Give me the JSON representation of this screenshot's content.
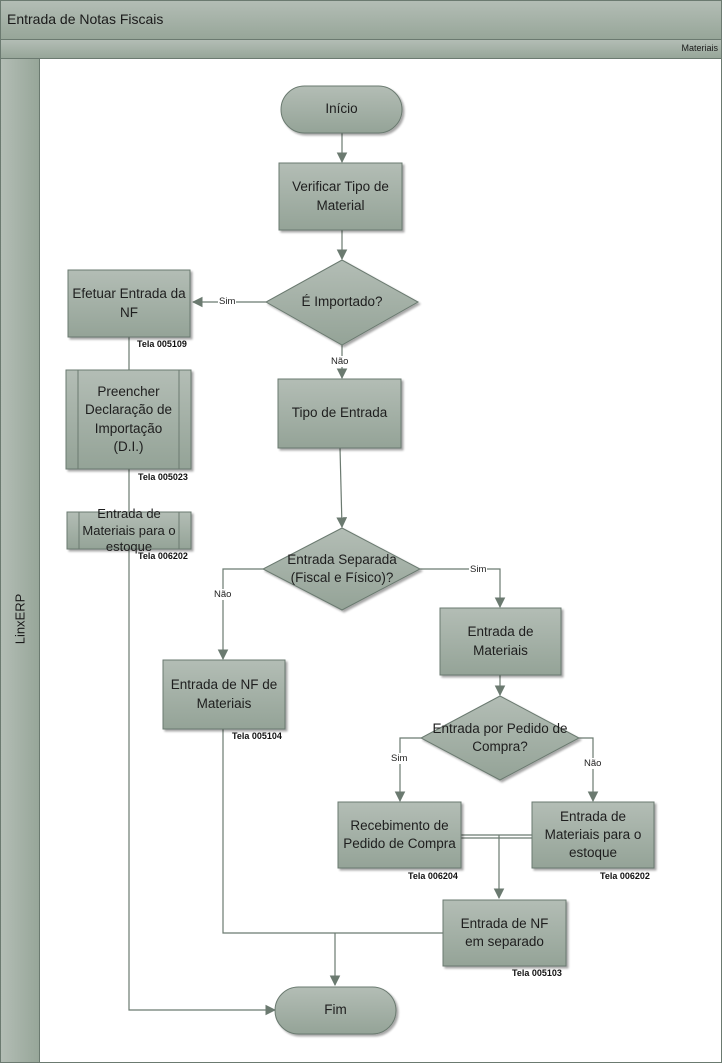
{
  "diagram": {
    "title": "Entrada de Notas Fiscais",
    "phase": "Materiais",
    "lane": "LinxERP",
    "colors": {
      "shape_fill_top": "#b3bdb5",
      "shape_fill_bottom": "#94a397",
      "stroke": "#6b7a70",
      "connector": "#6b7a70"
    },
    "nodes": {
      "inicio": {
        "type": "terminator",
        "label": "Início"
      },
      "verificar_tipo": {
        "type": "process",
        "label": "Verificar Tipo de Material"
      },
      "e_importado": {
        "type": "decision",
        "label": "É Importado?"
      },
      "efetuar_entrada_nf": {
        "type": "process",
        "label": "Efetuar Entrada da NF",
        "screen": "Tela 005109"
      },
      "preencher_di": {
        "type": "subprocess",
        "label": "Preencher Declaração de Importação (D.I.)",
        "screen": "Tela 005023"
      },
      "entrada_materiais_estoque_1": {
        "type": "subprocess",
        "label": "Entrada de Materiais para o estoque",
        "screen": "Tela 006202"
      },
      "tipo_entrada": {
        "type": "process",
        "label": "Tipo de Entrada"
      },
      "entrada_separada": {
        "type": "decision",
        "label": "Entrada Separada (Fiscal e Físico)?"
      },
      "entrada_nf_materiais": {
        "type": "process",
        "label": "Entrada de NF de Materiais",
        "screen": "Tela 005104"
      },
      "entrada_materiais": {
        "type": "process",
        "label": "Entrada de Materiais"
      },
      "entrada_pedido_compra": {
        "type": "decision",
        "label": "Entrada por Pedido de Compra?"
      },
      "recebimento_pedido": {
        "type": "process",
        "label": "Recebimento de Pedido de Compra",
        "screen": "Tela 006204"
      },
      "entrada_materiais_estoque_2": {
        "type": "process",
        "label": "Entrada de Materiais para o estoque",
        "screen": "Tela 006202"
      },
      "entrada_nf_separado": {
        "type": "process",
        "label": "Entrada de NF em separado",
        "screen": "Tela 005103"
      },
      "fim": {
        "type": "terminator",
        "label": "Fim"
      }
    },
    "edges": [
      {
        "from": "inicio",
        "to": "verificar_tipo",
        "label": ""
      },
      {
        "from": "verificar_tipo",
        "to": "e_importado",
        "label": ""
      },
      {
        "from": "e_importado",
        "to": "efetuar_entrada_nf",
        "label": "Sim"
      },
      {
        "from": "e_importado",
        "to": "tipo_entrada",
        "label": "Não"
      },
      {
        "from": "efetuar_entrada_nf",
        "to": "preencher_di",
        "label": ""
      },
      {
        "from": "preencher_di",
        "to": "entrada_materiais_estoque_1",
        "label": ""
      },
      {
        "from": "entrada_materiais_estoque_1",
        "to": "fim",
        "label": ""
      },
      {
        "from": "tipo_entrada",
        "to": "entrada_separada",
        "label": ""
      },
      {
        "from": "entrada_separada",
        "to": "entrada_nf_materiais",
        "label": "Não"
      },
      {
        "from": "entrada_separada",
        "to": "entrada_materiais",
        "label": "Sim"
      },
      {
        "from": "entrada_materiais",
        "to": "entrada_pedido_compra",
        "label": ""
      },
      {
        "from": "entrada_pedido_compra",
        "to": "recebimento_pedido",
        "label": "Sim"
      },
      {
        "from": "entrada_pedido_compra",
        "to": "entrada_materiais_estoque_2",
        "label": "Não"
      },
      {
        "from": "recebimento_pedido",
        "to": "entrada_nf_separado",
        "label": ""
      },
      {
        "from": "entrada_materiais_estoque_2",
        "to": "entrada_nf_separado",
        "label": ""
      },
      {
        "from": "entrada_nf_materiais",
        "to": "fim",
        "label": ""
      },
      {
        "from": "entrada_nf_separado",
        "to": "fim",
        "label": ""
      }
    ]
  }
}
